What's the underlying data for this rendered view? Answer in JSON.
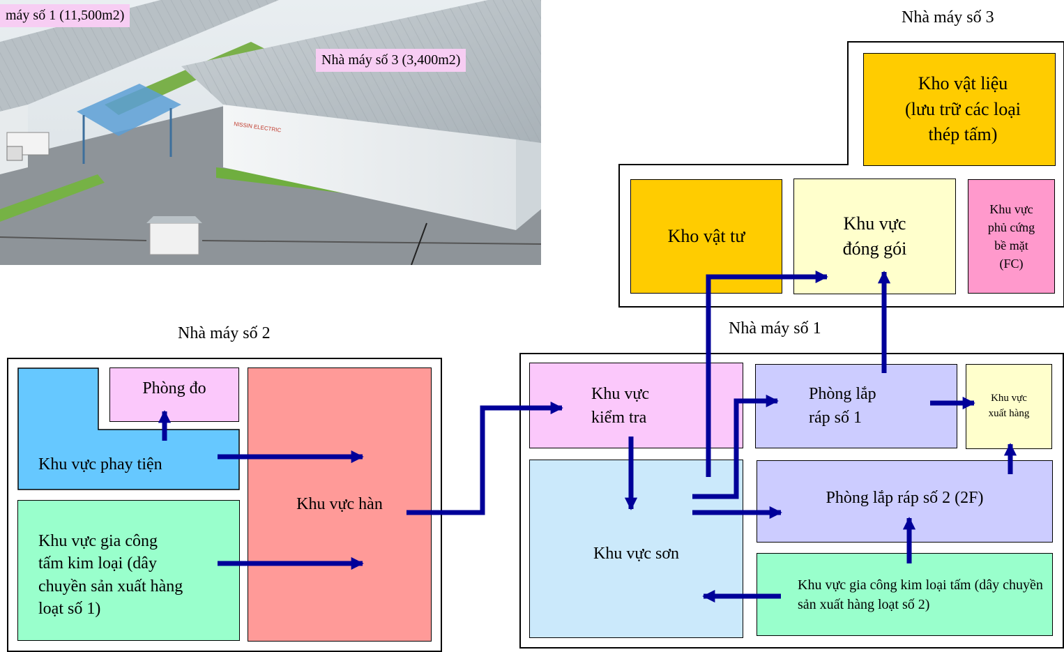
{
  "photo": {
    "tag_factory1": "máy số 1 (11,500m2)",
    "tag_factory3": "Nhà máy số 3 (3,400m2)",
    "sign_text": "NISSIN ELECTRIC"
  },
  "factory3": {
    "title": "Nhà máy số 3",
    "material_storage": "Kho vật liệu (lưu trữ các loại thép tấm)",
    "supply_storage": "Kho vật tư",
    "packing_area": "Khu vực đóng gói",
    "hard_coating_area": "Khu vực phủ cứng bề mặt (FC)"
  },
  "factory2": {
    "title": "Nhà máy số 2",
    "measuring_room": "Phòng đo",
    "milling_turning_area": "Khu vực phay tiện",
    "sheet_metal_area": "Khu vực gia công tấm kim loại (dây chuyền sản xuất hàng loạt số 1)",
    "welding_area": "Khu vực hàn"
  },
  "factory1": {
    "title": "Nhà máy số 1",
    "inspection_area": "Khu vực kiểm tra",
    "painting_area": "Khu vực sơn",
    "assembly_room_1": "Phòng lắp ráp số 1",
    "assembly_room_2": "Phòng lắp ráp số 2 (2F)",
    "shipping_area": "Khu vực xuất hàng",
    "metal_sheet_area": "Khu vực gia công kim loại tấm (dây chuyền sản xuất hàng loạt số 2)"
  },
  "colors": {
    "arrow": "#000099",
    "milling": "#66c8ff",
    "measuring": "#fbc8fb",
    "welding": "#ff9a98",
    "sheet_metal": "#99ffcc",
    "painting": "#cbe9fb",
    "assembly": "#ccccff",
    "shipping_packing": "#ffffcc",
    "storage": "#ffcc00",
    "coating": "#ff99cc"
  }
}
